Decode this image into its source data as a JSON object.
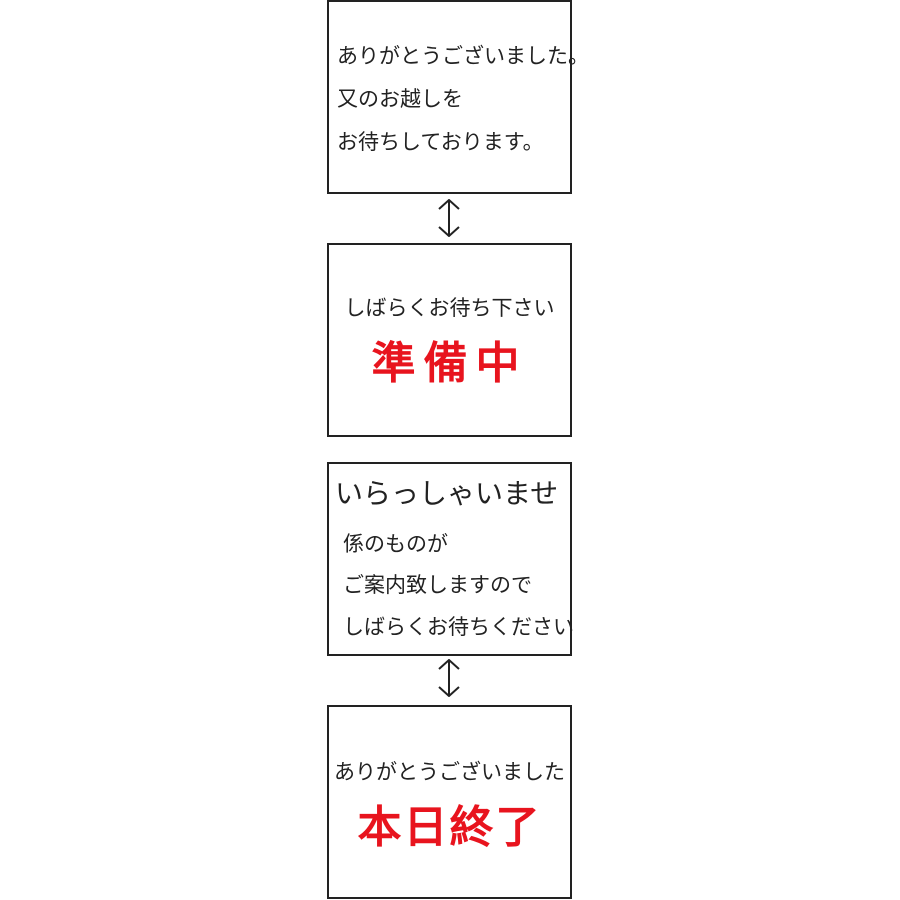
{
  "signs": [
    {
      "lines": [
        "ありがとうございました。",
        "又のお越しを",
        "お待ちしております。"
      ]
    },
    {
      "lines": [
        "しばらくお待ち下さい"
      ],
      "highlight": "準備中"
    },
    {
      "lines": [
        "いらっしゃいませ",
        "係のものが",
        "ご案内致しますので",
        "しばらくお待ちください"
      ]
    },
    {
      "lines": [
        "ありがとうございました"
      ],
      "highlight": "本日終了"
    }
  ],
  "colors": {
    "highlight": "#e8141e",
    "border": "#222222"
  }
}
